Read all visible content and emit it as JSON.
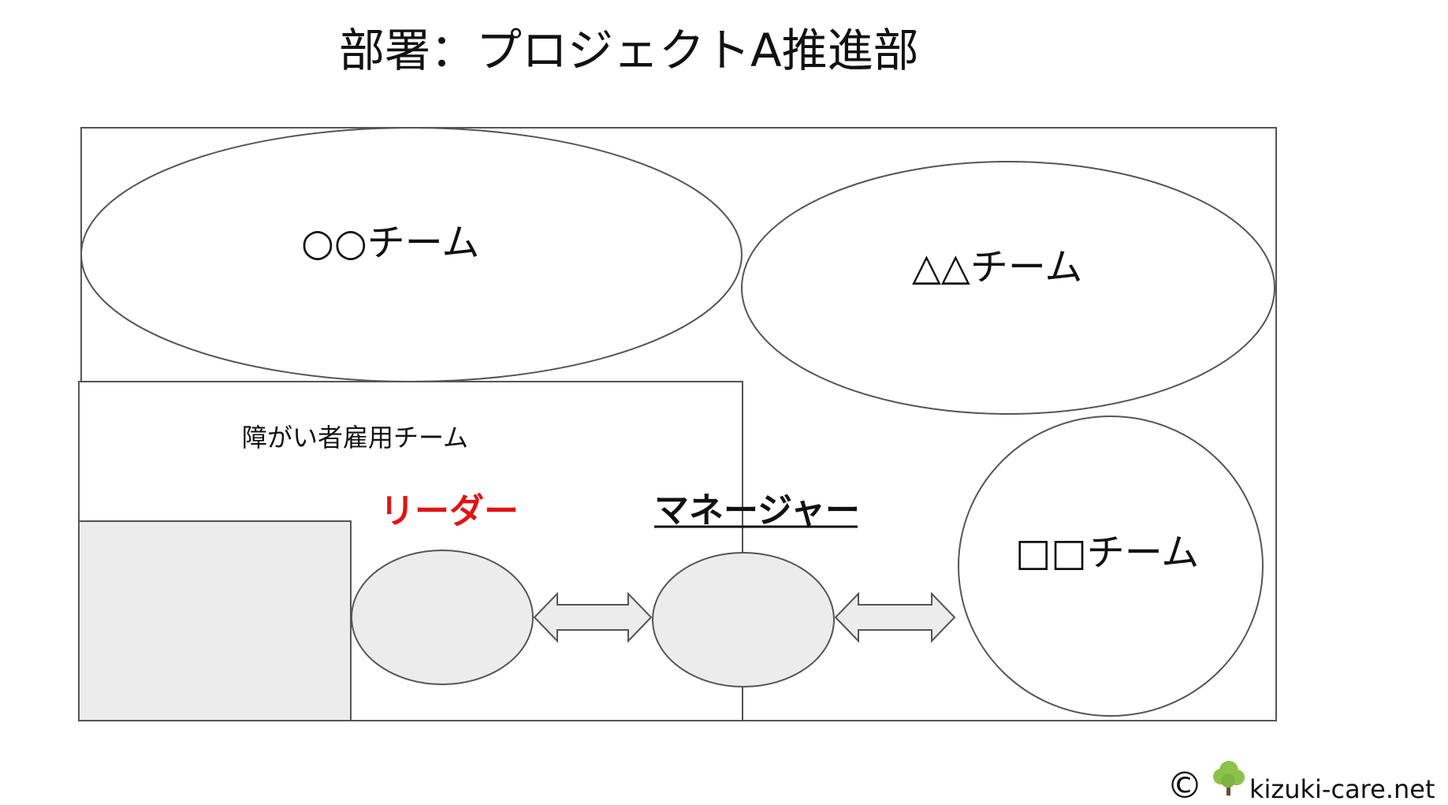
{
  "title": "部署：プロジェクトA推進部",
  "teams": {
    "maru": "○○チーム",
    "sankaku": "△△チーム",
    "shikaku": "□□チーム",
    "shougai": "障がい者雇用チーム"
  },
  "roles": {
    "leader": "リーダー",
    "manager": "マネージャー"
  },
  "footer": {
    "copyright": "©",
    "site": "kizuki-care.net",
    "logo_icon": "tree-icon"
  },
  "colors": {
    "leader_text": "#e31212",
    "shape_fill_gray": "#ececec",
    "stroke": "#555555",
    "tree_green": "#8bc34a"
  }
}
